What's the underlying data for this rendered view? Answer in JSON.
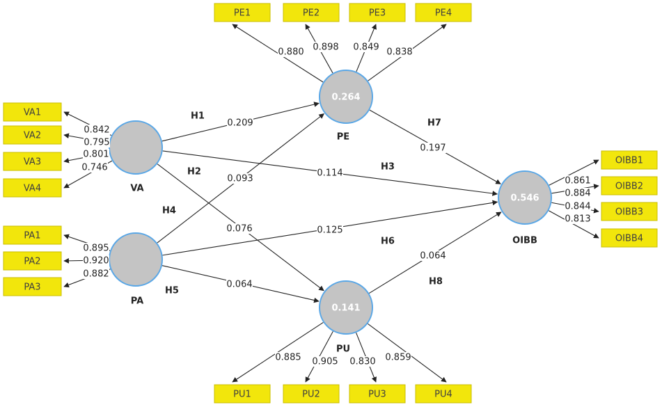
{
  "colors": {
    "indicator_fill": "#f2e60c",
    "construct_fill": "#c4c4c4",
    "construct_stroke": "#5aa7e6"
  },
  "constructs": {
    "VA": {
      "label": "VA",
      "r2": ""
    },
    "PA": {
      "label": "PA",
      "r2": ""
    },
    "PE": {
      "label": "PE",
      "r2": "0.264"
    },
    "PU": {
      "label": "PU",
      "r2": "0.141"
    },
    "OIBB": {
      "label": "OIBB",
      "r2": "0.546"
    }
  },
  "indicators": {
    "VA": [
      {
        "name": "VA1",
        "loading": "0.842"
      },
      {
        "name": "VA2",
        "loading": "0.795"
      },
      {
        "name": "VA3",
        "loading": "0.801"
      },
      {
        "name": "VA4",
        "loading": "0.746"
      }
    ],
    "PA": [
      {
        "name": "PA1",
        "loading": "0.895"
      },
      {
        "name": "PA2",
        "loading": "0.920"
      },
      {
        "name": "PA3",
        "loading": "0.882"
      }
    ],
    "PE": [
      {
        "name": "PE1",
        "loading": "0.880"
      },
      {
        "name": "PE2",
        "loading": "0.898"
      },
      {
        "name": "PE3",
        "loading": "0.849"
      },
      {
        "name": "PE4",
        "loading": "0.838"
      }
    ],
    "PU": [
      {
        "name": "PU1",
        "loading": "0.885"
      },
      {
        "name": "PU2",
        "loading": "0.905"
      },
      {
        "name": "PU3",
        "loading": "0.830"
      },
      {
        "name": "PU4",
        "loading": "0.859"
      }
    ],
    "OIBB": [
      {
        "name": "OIBB1",
        "loading": "0.861"
      },
      {
        "name": "OIBB2",
        "loading": "0.884"
      },
      {
        "name": "OIBB3",
        "loading": "0.844"
      },
      {
        "name": "OIBB4",
        "loading": "0.813"
      }
    ]
  },
  "paths": [
    {
      "hyp": "H1",
      "from": "VA",
      "to": "PE",
      "coef": "0.209"
    },
    {
      "hyp": "H2",
      "from": "VA",
      "to": "PU",
      "coef": "0.076"
    },
    {
      "hyp": "H3",
      "from": "VA",
      "to": "OIBB",
      "coef": "0.114"
    },
    {
      "hyp": "H4",
      "from": "PA",
      "to": "PE",
      "coef": "0.093"
    },
    {
      "hyp": "H5",
      "from": "PA",
      "to": "PU",
      "coef": "0.064"
    },
    {
      "hyp": "H6",
      "from": "PA",
      "to": "OIBB",
      "coef": "0.125"
    },
    {
      "hyp": "H7",
      "from": "PE",
      "to": "OIBB",
      "coef": "0.197"
    },
    {
      "hyp": "H8",
      "from": "PU",
      "to": "OIBB",
      "coef": "0.064"
    }
  ]
}
